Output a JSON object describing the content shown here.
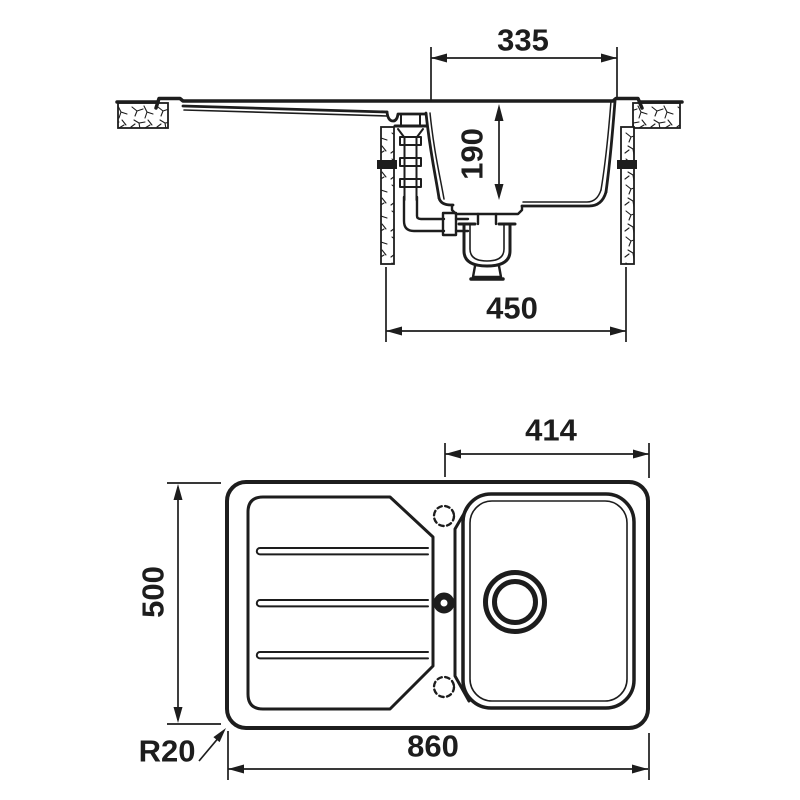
{
  "colors": {
    "line": "#1d1d1d",
    "background": "#ffffff"
  },
  "section_view": {
    "dim_bowl_top_width": "335",
    "dim_bowl_depth": "190",
    "dim_cabinet_opening": "450"
  },
  "plan_view": {
    "dim_bowl_width": "414",
    "dim_overall_depth": "500",
    "dim_overall_length": "860",
    "dim_corner_radius": "R20"
  }
}
